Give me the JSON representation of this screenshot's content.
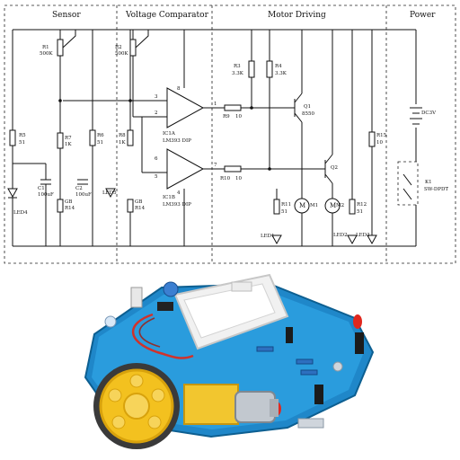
{
  "sections": {
    "sensor": "Sensor",
    "comparator": "Voltage Comparator",
    "motor": "Motor Driving",
    "power": "Power"
  },
  "components": {
    "r1": [
      "R1",
      "500K"
    ],
    "r2": [
      "R2",
      "500K"
    ],
    "r3": [
      "R3",
      "3.3K"
    ],
    "r4": [
      "R4",
      "3.3K"
    ],
    "r5": [
      "R5",
      "51"
    ],
    "r6": [
      "R6",
      "51"
    ],
    "r7": [
      "R7",
      "1K"
    ],
    "r8": [
      "R8",
      "1K"
    ],
    "r9": [
      "R9",
      "10"
    ],
    "r10": [
      "R10",
      "10"
    ],
    "r11": [
      "R11",
      "51"
    ],
    "r12": [
      "R12",
      "51"
    ],
    "r15": [
      "R15",
      "10"
    ],
    "c1": [
      "C1",
      "100uF"
    ],
    "c2": [
      "C2",
      "100uF"
    ],
    "gb1": [
      "GB",
      "R14"
    ],
    "gb2": [
      "GB",
      "R14"
    ],
    "ic1a": [
      "IC1A",
      "LM393 DIP"
    ],
    "ic1b": [
      "IC1B",
      "LM393 DIP"
    ],
    "q1": [
      "Q1",
      "8550"
    ],
    "q2": "Q2",
    "m1": "M1",
    "m2": "M2",
    "battery": "DC3V",
    "switch": [
      "K1",
      "SW-DPDT"
    ],
    "led1": "LED1",
    "led2": "LED2",
    "led3": "LED3",
    "led4": "LED4",
    "led5": "LED5",
    "pins": [
      "3",
      "2",
      "1",
      "6",
      "5",
      "7",
      "8",
      "4"
    ]
  }
}
